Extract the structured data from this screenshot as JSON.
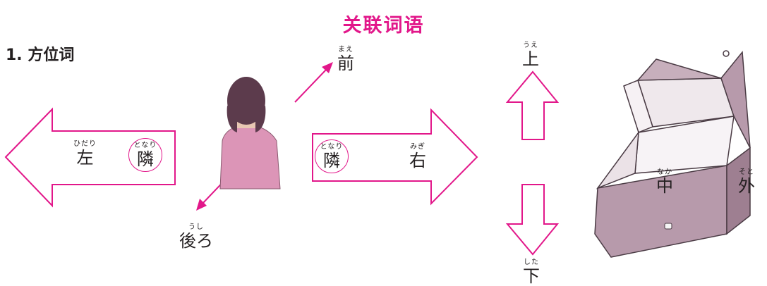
{
  "header": {
    "title": "关联词语",
    "section": "1. 方位词"
  },
  "words": {
    "mae": {
      "ruby": "まえ",
      "kanji": "前"
    },
    "ushiro": {
      "ruby": "うし",
      "kanji": "後ろ"
    },
    "hidari": {
      "ruby": "ひだり",
      "kanji": "左"
    },
    "tonari_left": {
      "ruby": "となり",
      "kanji": "隣"
    },
    "tonari_right": {
      "ruby": "となり",
      "kanji": "隣"
    },
    "migi": {
      "ruby": "みぎ",
      "kanji": "右"
    },
    "ue": {
      "ruby": "うえ",
      "kanji": "上"
    },
    "shita": {
      "ruby": "した",
      "kanji": "下"
    },
    "naka": {
      "ruby": "なか",
      "kanji": "中"
    },
    "soto": {
      "ruby": "そと",
      "kanji": "外"
    }
  },
  "colors": {
    "accent": "#e2178a",
    "text": "#231f20",
    "figure_shirt": "#d98fb3",
    "figure_hair": "#5a3a4a",
    "box": "#b79aab"
  }
}
